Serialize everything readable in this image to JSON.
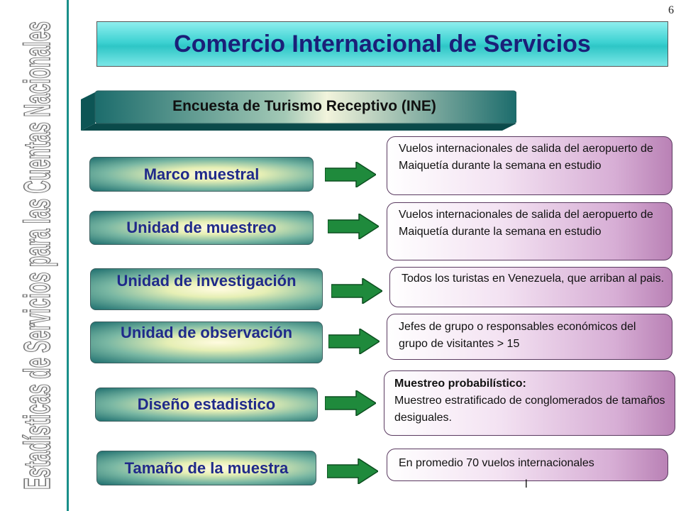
{
  "page_number": "6",
  "vertical_title": "Estadísticas de Servicios para las Cuentas Nacionales",
  "title": "Comercio Internacional de Servicios",
  "subtitle": "Encuesta de Turismo Receptivo (INE)",
  "rows": [
    {
      "label": "Marco muestral",
      "text": "Vuelos internacionales de salida del aeropuerto de  Maiquetía durante la semana  en estudio"
    },
    {
      "label": "Unidad de muestreo",
      "text": "Vuelos internacionales de salida del aeropuerto de  Maiquetía durante la semana  en estudio"
    },
    {
      "label": "Unidad de investigación",
      "text": "Todos los turistas en Venezuela, que arriban al pais."
    },
    {
      "label": "Unidad de observación",
      "text": "Jefes de grupo o responsables económicos del grupo de visitantes > 15"
    },
    {
      "label": "Diseño estadistico",
      "heading": "Muestreo probabilístico:",
      "text": "Muestreo estratificado de conglomerados de tamaños desiguales."
    },
    {
      "label": "Tamaño de la muestra",
      "text": "En promedio 70 vuelos internacionales",
      "extra": "l"
    }
  ],
  "colors": {
    "accent": "#1a8f8a",
    "title_text": "#1b1f78",
    "label_text": "#202a8a",
    "arrow": "#1f8a3c"
  }
}
